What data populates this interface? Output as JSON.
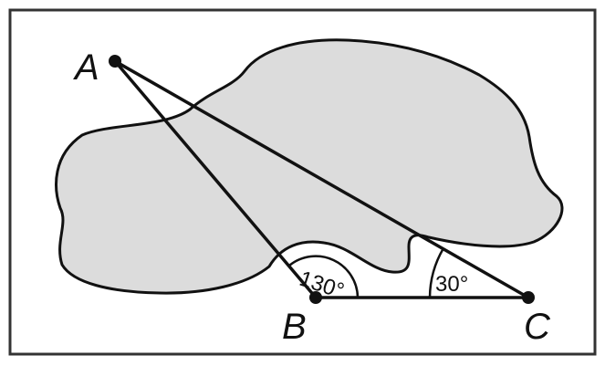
{
  "points": {
    "A": {
      "label": "A"
    },
    "B": {
      "label": "B"
    },
    "C": {
      "label": "C"
    }
  },
  "angles": {
    "B": {
      "label": "130°"
    },
    "C": {
      "label": "30°"
    }
  },
  "colors": {
    "blob_fill": "#dcdcdc",
    "stroke": "#111111",
    "frame": "#333333",
    "background": "#ffffff"
  }
}
